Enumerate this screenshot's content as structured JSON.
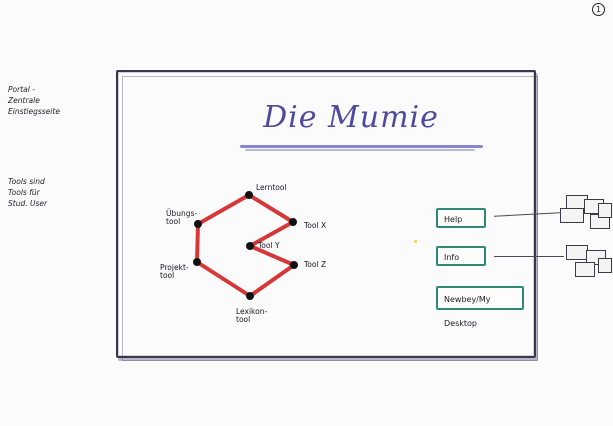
{
  "page_number": "1",
  "margin_notes": {
    "note1": "Portal -\nZentrale\nEinstiegsseite",
    "note2": "Tools sind\nTools für\nStud. User"
  },
  "screen": {
    "title": "Die Mumie"
  },
  "tool_nodes": [
    {
      "id": "lerntool",
      "label": "Lerntool"
    },
    {
      "id": "uebungstool",
      "label": "Übungs-\ntool"
    },
    {
      "id": "tool_x",
      "label": "Tool X"
    },
    {
      "id": "tool_y",
      "label": "Tool Y"
    },
    {
      "id": "projekttool",
      "label": "Projekt-\ntool"
    },
    {
      "id": "tool_z",
      "label": "Tool Z"
    },
    {
      "id": "lexikontool",
      "label": "Lexikon-\ntool"
    }
  ],
  "buttons": {
    "help": "Help",
    "info": "Info",
    "desktop": "Newbey/My Desktop"
  },
  "colors": {
    "title": "#4e4a9e",
    "links": "#d6383a",
    "nodes": "#111111",
    "buttons": "#2f8a73",
    "frame": "#3a3650"
  }
}
